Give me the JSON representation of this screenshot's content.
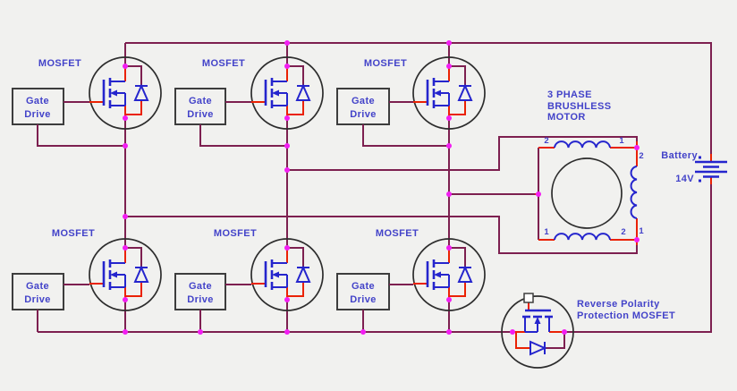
{
  "labels": {
    "mosfet": "MOSFET",
    "gate": "Gate",
    "drive": "Drive"
  },
  "motor": {
    "title": [
      "3 PHASE",
      "BRUSHLESS",
      "MOTOR"
    ],
    "terminals": [
      {
        "label": "2"
      },
      {
        "label": "1"
      },
      {
        "label": "2"
      },
      {
        "label": "1"
      },
      {
        "label": "1"
      },
      {
        "label": "2"
      }
    ]
  },
  "battery": {
    "name": "Battery",
    "voltage": "14V"
  },
  "protection": {
    "line1": "Reverse Polarity",
    "line2": "Protection MOSFET"
  },
  "colors": {
    "background": "#f1f1ef",
    "wire": "#7d2050",
    "pin": "#ea2203",
    "symbol": "#2525cd",
    "text": "#4343c9",
    "junction": "#f21ef2",
    "outline": "#2d2d2d",
    "box_outline": "#3d3d3d"
  }
}
